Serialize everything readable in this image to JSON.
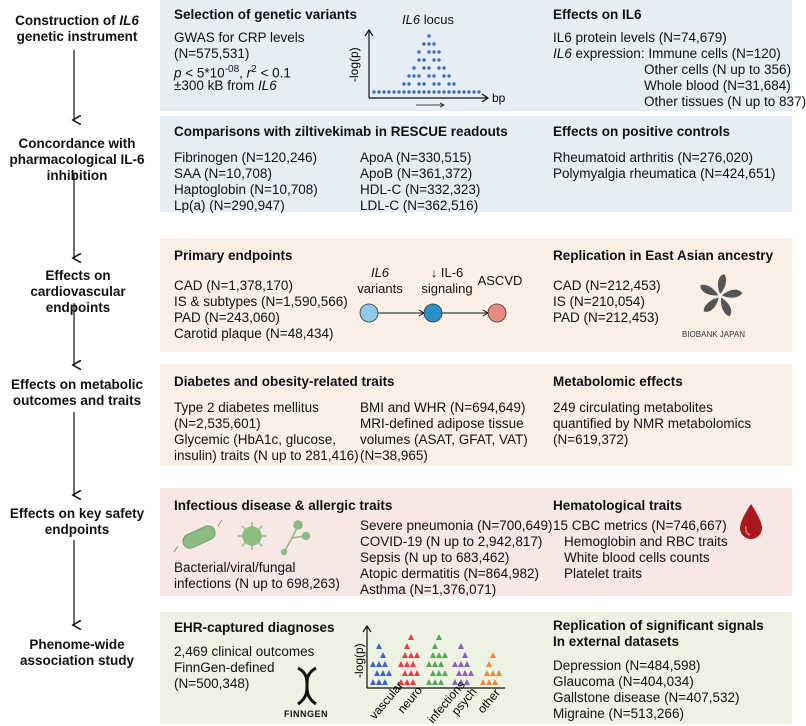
{
  "colors": {
    "panel1": "#e7edf5",
    "panel2": "#e7edf5",
    "panel3": "#fcefe5",
    "panel4": "#fcefe5",
    "panel5": "#f7e7e5",
    "panel6": "#eef2e3",
    "dot_blue": "#3b6fb0",
    "node_blue": "#8ec9ea",
    "node_mid": "#2c8fc8",
    "node_red": "#e98a80",
    "microbe_green": "#8dbb84",
    "blood_red": "#a8191e"
  },
  "steps": [
    {
      "label_parts": [
        "Construction of ",
        "IL6",
        " genetic instrument"
      ],
      "left": {
        "title": "Selection of genetic variants",
        "lines": [
          "GWAS for CRP levels",
          "(N=575,531)",
          "p < 5*10-08, r2 < 0.1",
          "±300 kB from IL6"
        ],
        "fig_title": "IL6 locus",
        "fig_ylabel": "-log(p)",
        "fig_xlabel": "bp"
      },
      "right": {
        "title": "Effects on IL6",
        "lines": [
          "IL6 protein levels (N=74,679)",
          "IL6 expression: Immune cells (N=120)",
          "Other cells (N up to 356)",
          "Whole blood (N=31,684)",
          "Other tissues (N up to 837)"
        ]
      }
    },
    {
      "label": "Concordance with pharmacological IL-6 inhibition",
      "left": {
        "title": "Comparisons with ziltivekimab in RESCUE readouts",
        "col1": [
          "Fibrinogen (N=120,246)",
          "SAA (N=10,708)",
          "Haptoglobin (N=10,708)",
          "Lp(a) (N=290,947)"
        ],
        "col2": [
          "ApoA (N=330,515)",
          "ApoB (N=361,372)",
          "HDL-C (N=332,323)",
          "LDL-C (N=362,516)"
        ]
      },
      "right": {
        "title": "Effects on positive controls",
        "lines": [
          "Rheumatoid arthritis (N=276,020)",
          "Polymyalgia rheumatica (N=424,651)"
        ]
      }
    },
    {
      "label": "Effects on cardiovascular endpoints",
      "left": {
        "title": "Primary endpoints",
        "lines": [
          "CAD (N=1,378,170)",
          "IS & subtypes (N=1,590,566)",
          "PAD (N=243,060)",
          "Carotid plaque (N=48,434)"
        ],
        "pathway": [
          "IL6 variants",
          "↓ IL-6 signaling",
          "ASCVD"
        ]
      },
      "right": {
        "title": "Replication in East Asian ancestry",
        "lines": [
          "CAD (N=212,453)",
          "IS (N=210,054)",
          "PAD (N=212,453)"
        ],
        "logo": "BIOBANK JAPAN"
      }
    },
    {
      "label": "Effects on metabolic outcomes and traits",
      "left": {
        "title": "Diabetes and obesity-related traits",
        "col1": [
          "Type 2 diabetes mellitus",
          "(N=2,535,601)",
          "Glycemic (HbA1c, glucose,",
          "insulin) traits (N up to 281,416)"
        ],
        "col2": [
          "BMI and WHR (N=694,649)",
          "MRI-defined adipose tissue",
          "volumes (ASAT, GFAT, VAT)",
          "(N=38,965)"
        ]
      },
      "right": {
        "title": "Metabolomic effects",
        "lines": [
          "249 circulating metabolites",
          "quantified by NMR metabolomics",
          "(N=619,372)"
        ]
      }
    },
    {
      "label": "Effects on key safety endpoints",
      "left": {
        "title": "Infectious disease & allergic traits",
        "col1": [
          "Bacterial/viral/fungal",
          "infections (N up to 698,263)"
        ],
        "col2": [
          "Severe pneumonia (N=700,649)",
          "COVID-19 (N up to 2,942,817)",
          "Sepsis (N up to 683,462)",
          "Atopic dermatitis (N=864,982)",
          "Asthma (N=1,376,071)"
        ]
      },
      "right": {
        "title": "Hematological traits",
        "lines": [
          "15 CBC metrics (N=746,667)",
          "Hemoglobin and RBC traits",
          "White blood cells counts",
          "Platelet traits"
        ]
      }
    },
    {
      "label": "Phenome-wide association study",
      "left": {
        "title": "EHR-captured diagnoses",
        "lines": [
          "2,469 clinical outcomes",
          "FinnGen-defined",
          "(N=500,348)"
        ],
        "logo": "FINNGEN",
        "fig_ylabel": "-log(p)",
        "fig_categories": [
          "vascular",
          "neuro",
          "infections",
          "psych",
          "other"
        ]
      },
      "right": {
        "title": "Replication of significant signals In external datasets",
        "title_lines": [
          "Replication of significant signals",
          "In external datasets"
        ],
        "lines": [
          "Depression (N=484,598)",
          "Glaucoma (N=404,034)",
          "Gallstone disease (N=407,532)",
          "Migraine (N=513,266)"
        ]
      }
    }
  ]
}
